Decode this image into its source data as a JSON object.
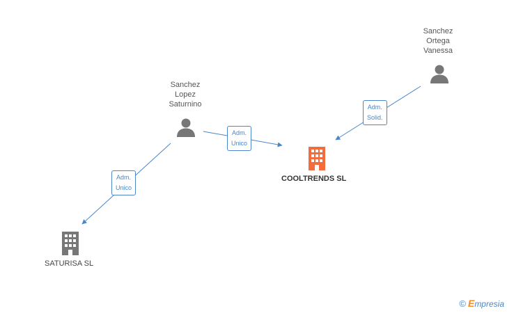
{
  "diagram": {
    "persons": [
      {
        "name_lines": [
          "Sanchez",
          "Lopez",
          "Saturnino"
        ]
      },
      {
        "name_lines": [
          "Sanchez",
          "Ortega",
          "Vanessa"
        ]
      }
    ],
    "companies": [
      {
        "name": "COOLTRENDS SL",
        "color": "#f26c3d",
        "emphasis": true
      },
      {
        "name": "SATURISA SL",
        "color": "#777777",
        "emphasis": false
      }
    ],
    "relations": [
      {
        "label_lines": [
          "Adm.",
          "Unico"
        ]
      },
      {
        "label_lines": [
          "Adm.",
          "Unico"
        ]
      },
      {
        "label_lines": [
          "Adm.",
          "Solid."
        ]
      }
    ],
    "edge_color": "#4a86c8"
  },
  "footer": {
    "copyright_symbol": "©",
    "brand_initial": "E",
    "brand_rest": "mpresia"
  }
}
